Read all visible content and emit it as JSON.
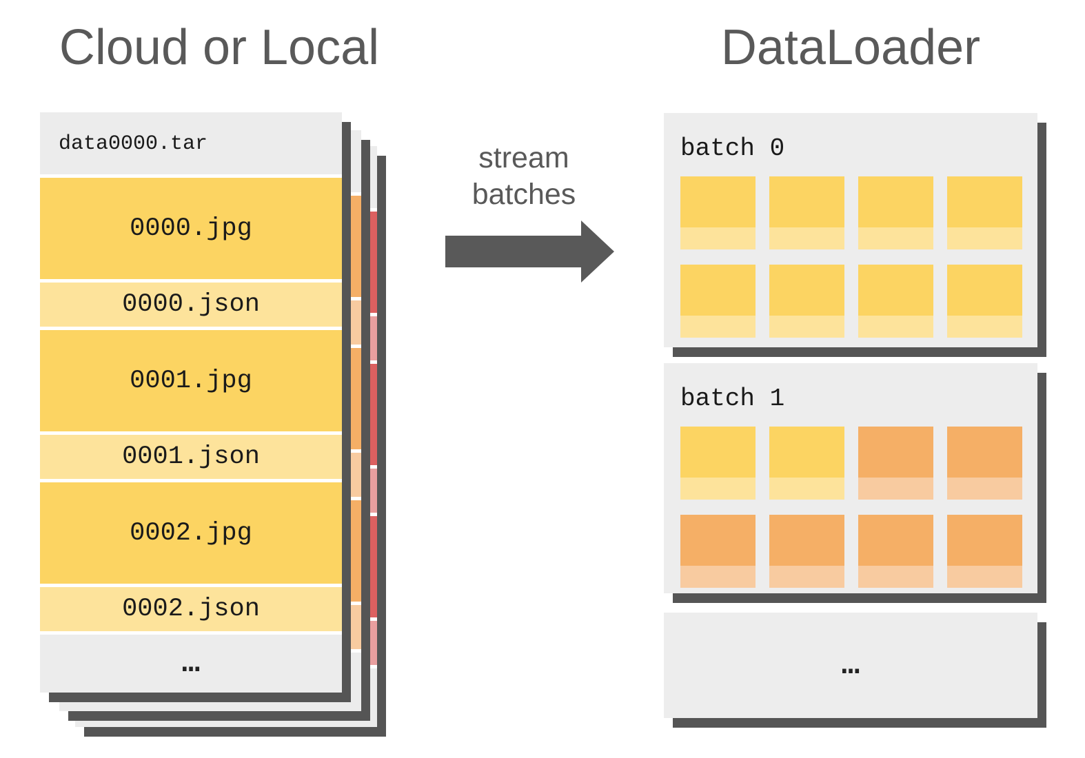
{
  "colors": {
    "yellow": "#FCD462",
    "yellow_light": "#FDE39B",
    "orange": "#F5AF66",
    "orange_light": "#F8CBA0",
    "red": "#DC6060",
    "red_light": "#E99F9F",
    "card_gray": "#ECECEC",
    "shadow_gray": "#555555",
    "heading_gray": "#595959"
  },
  "left": {
    "title": "Cloud or Local",
    "front_card": {
      "header": "data0000.tar",
      "rows": [
        {
          "label": "0000.jpg",
          "color": "yellow"
        },
        {
          "label": "0000.json",
          "color": "yellow_light"
        },
        {
          "label": "0001.jpg",
          "color": "yellow"
        },
        {
          "label": "0001.json",
          "color": "yellow_light"
        },
        {
          "label": "0002.jpg",
          "color": "yellow"
        },
        {
          "label": "0002.json",
          "color": "yellow_light"
        }
      ],
      "footer_ellipsis": "…"
    },
    "stacked_cards": [
      {
        "name": "tar-shard-mid",
        "rows": [
          {
            "color": "orange"
          },
          {
            "color": "orange_light"
          },
          {
            "color": "orange"
          },
          {
            "color": "orange_light"
          },
          {
            "color": "orange"
          },
          {
            "color": "orange_light"
          }
        ]
      },
      {
        "name": "tar-shard-back",
        "rows": [
          {
            "color": "red"
          },
          {
            "color": "red_light"
          },
          {
            "color": "red"
          },
          {
            "color": "red_light"
          },
          {
            "color": "red"
          },
          {
            "color": "red_light"
          }
        ]
      }
    ]
  },
  "arrow": {
    "label_line1": "stream",
    "label_line2": "batches"
  },
  "right": {
    "title": "DataLoader",
    "batches": [
      {
        "label": "batch 0",
        "tiles": [
          {
            "main": "yellow",
            "strip": "yellow_light"
          },
          {
            "main": "yellow",
            "strip": "yellow_light"
          },
          {
            "main": "yellow",
            "strip": "yellow_light"
          },
          {
            "main": "yellow",
            "strip": "yellow_light"
          },
          {
            "main": "yellow",
            "strip": "yellow_light"
          },
          {
            "main": "yellow",
            "strip": "yellow_light"
          },
          {
            "main": "yellow",
            "strip": "yellow_light"
          },
          {
            "main": "yellow",
            "strip": "yellow_light"
          }
        ]
      },
      {
        "label": "batch 1",
        "tiles": [
          {
            "main": "yellow",
            "strip": "yellow_light"
          },
          {
            "main": "yellow",
            "strip": "yellow_light"
          },
          {
            "main": "orange",
            "strip": "orange_light"
          },
          {
            "main": "orange",
            "strip": "orange_light"
          },
          {
            "main": "orange",
            "strip": "orange_light"
          },
          {
            "main": "orange",
            "strip": "orange_light"
          },
          {
            "main": "orange",
            "strip": "orange_light"
          },
          {
            "main": "orange",
            "strip": "orange_light"
          }
        ]
      }
    ],
    "ellipsis_card": "…"
  }
}
